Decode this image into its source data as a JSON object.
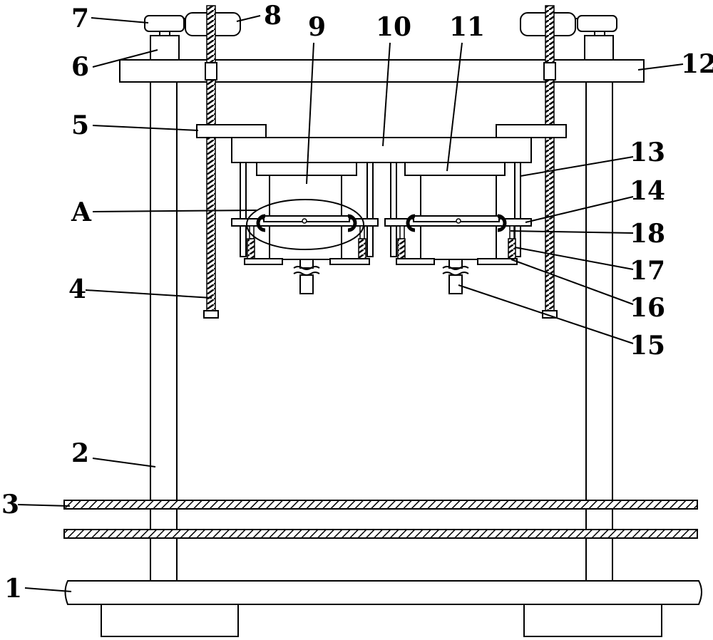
{
  "labels": {
    "l1": "1",
    "l2": "2",
    "l3": "3",
    "l4": "4",
    "l5": "5",
    "l6": "6",
    "l7": "7",
    "l8": "8",
    "l9": "9",
    "l10": "10",
    "l11": "11",
    "l12": "12",
    "l13": "13",
    "l14": "14",
    "l15": "15",
    "l16": "16",
    "l17": "17",
    "l18": "18",
    "lA": "A"
  }
}
